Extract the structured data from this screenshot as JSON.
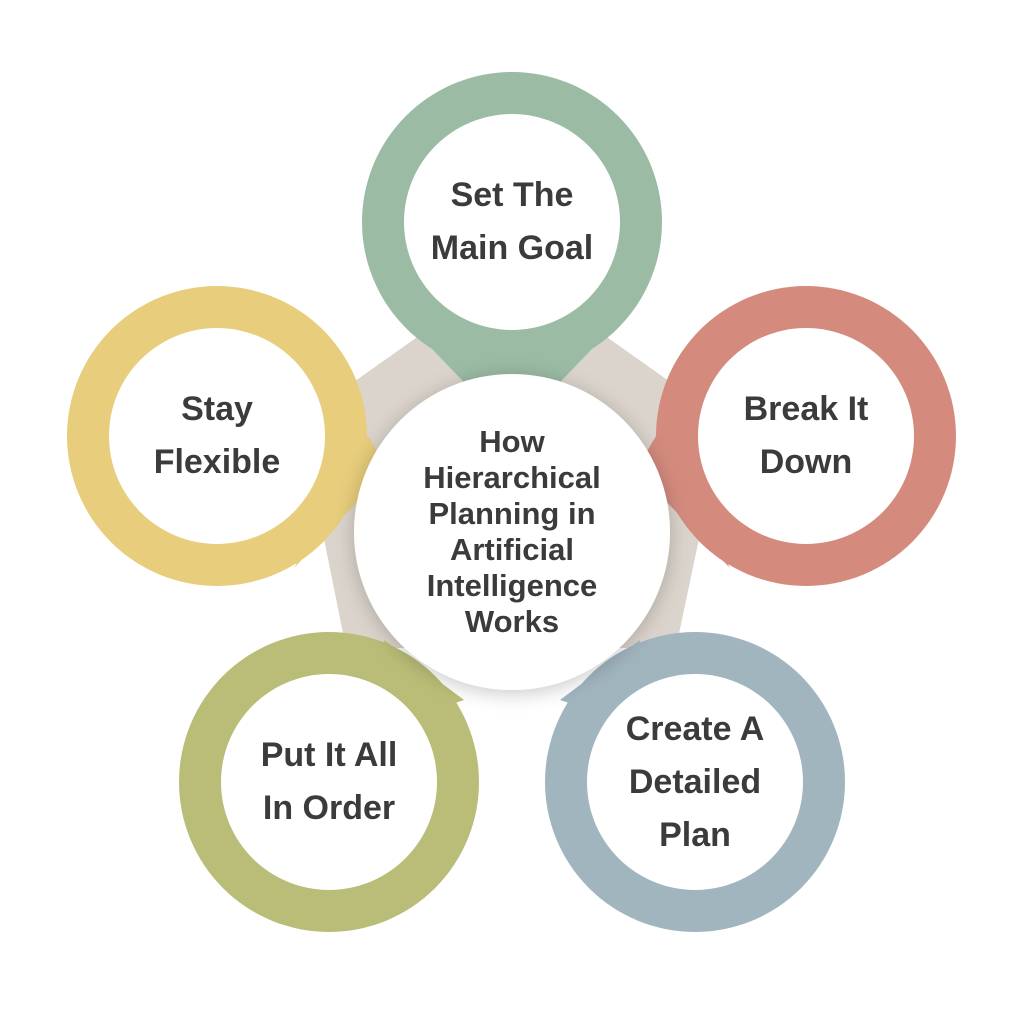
{
  "center": {
    "lines": [
      "How",
      "Hierarchical",
      "Planning in",
      "Artificial",
      "Intelligence",
      "Works"
    ]
  },
  "nodes": [
    {
      "id": "main-goal",
      "lines": [
        "Set The",
        "Main Goal"
      ],
      "color": "#9bbba4"
    },
    {
      "id": "break-down",
      "lines": [
        "Break It",
        "Down"
      ],
      "color": "#d48b7e"
    },
    {
      "id": "detailed",
      "lines": [
        "Create A",
        "Detailed",
        "Plan"
      ],
      "color": "#a1b5bf"
    },
    {
      "id": "order",
      "lines": [
        "Put It All",
        "In Order"
      ],
      "color": "#b9bd77"
    },
    {
      "id": "flexible",
      "lines": [
        "Stay",
        "Flexible"
      ],
      "color": "#e7cd7c"
    }
  ],
  "colors": {
    "pentagon": "#dbd4cc",
    "inner_fill": "#ffffff",
    "text": "#3b3b3b"
  }
}
